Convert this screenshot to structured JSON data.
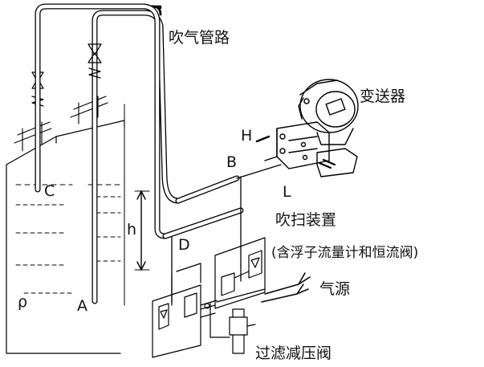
{
  "labels": {
    "blow_pipe": "吹气管路",
    "transmitter": "变送器",
    "purge_device": "吹扫装置",
    "purge_note": "(含浮子流量计和恒流阀)",
    "air_source": "气源",
    "regulator": "过滤减压阀",
    "H": "H",
    "L": "L",
    "B": "B",
    "C": "C",
    "D": "D",
    "A": "A",
    "h": "h",
    "rho": "ρ"
  },
  "icons": {
    "transmitter": "pressure-transmitter-icon",
    "flowmeter_left": "float-flowmeter-icon",
    "flowmeter_right": "float-flowmeter-icon",
    "regulator": "filter-regulator-icon"
  },
  "colors": {
    "line": "#000000",
    "background": "#ffffff"
  }
}
